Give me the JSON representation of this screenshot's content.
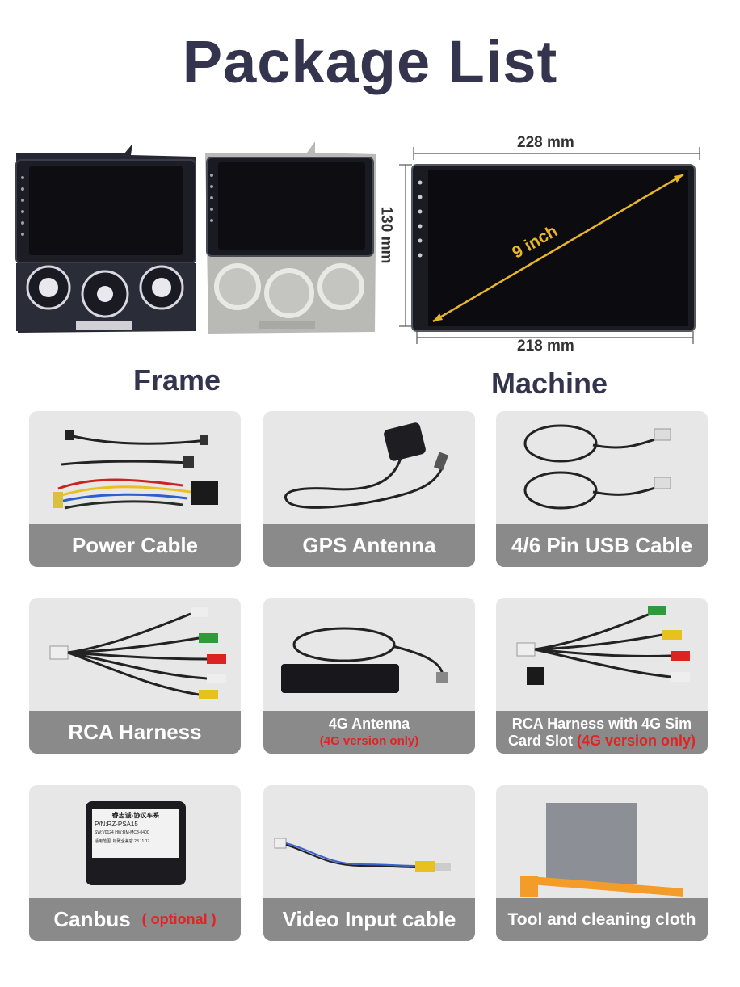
{
  "title": "Package List",
  "frame_caption": "Frame",
  "machine_caption": "Machine",
  "machine_dims": {
    "top_width": "228 mm",
    "bottom_width": "218 mm",
    "height": "130 mm",
    "diagonal": "9 inch"
  },
  "items": [
    {
      "label": "Power Cable"
    },
    {
      "label": "GPS Antenna"
    },
    {
      "label": "4/6 Pin USB Cable"
    },
    {
      "label": "RCA Harness"
    },
    {
      "label": "4G Antenna",
      "note": "(4G version only)"
    },
    {
      "label_line1": "RCA Harness with 4G Sim",
      "label_line2": "Card Slot",
      "note": "(4G version only)"
    },
    {
      "label": "Canbus",
      "note": "( optional )"
    },
    {
      "label": "Video Input cable"
    },
    {
      "label": "Tool and cleaning cloth"
    }
  ],
  "canbus_sticker": {
    "line1": "睿志诚-协议车系",
    "line2": "P/N:RZ-PSA15",
    "line3": "SW:V0124  HW:RM-MC3-0400",
    "line4": "适用范围: 标致全兼容  23.11.17"
  },
  "colors": {
    "title": "#34344e",
    "bar": "#8a8a8a",
    "card": "#e7e7e7",
    "note": "#e02323",
    "diagonal": "#e8b52b"
  }
}
